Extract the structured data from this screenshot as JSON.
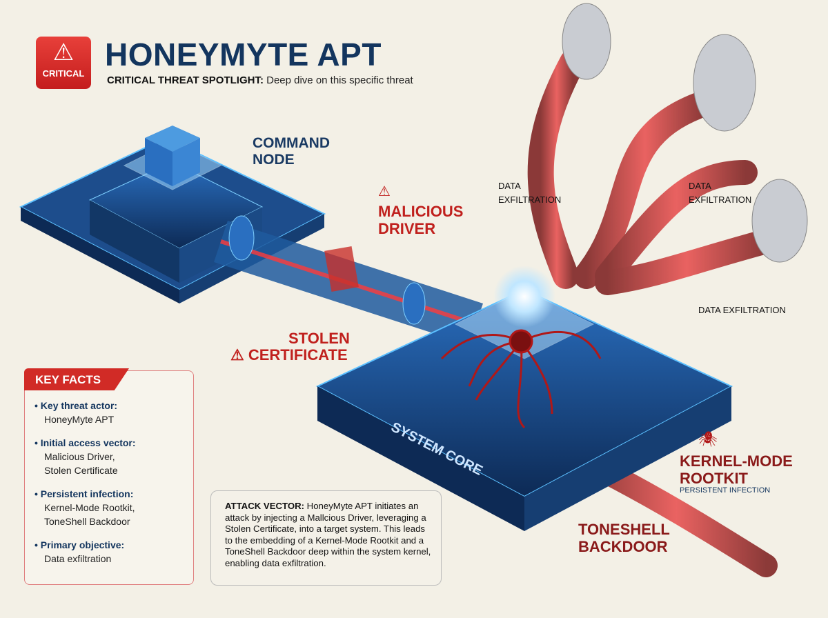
{
  "header": {
    "badge_label": "CRITICAL",
    "badge_icon": "warning-triangle-icon",
    "title": "HONEYMYTE APT",
    "subtitle_bold": "CRITICAL THREAT SPOTLIGHT:",
    "subtitle_text": " Deep dive on this specific threat"
  },
  "labels": {
    "command_node": "COMMAND\nNODE",
    "malicious_driver": "MALICIOUS\nDRIVER",
    "stolen_certificate_1": "STOLEN",
    "stolen_certificate_2": "CERTIFICATE",
    "system_core": "SYSTEM CORE",
    "kernel_rootkit": "KERNEL-MODE\nROOTKIT",
    "persistent_infection": "PERSISTENT INFECTION",
    "toneshell": "TONESHELL\nBACKDOOR",
    "exfil_1": "DATA\nEXFILTRATION",
    "exfil_2": "DATA\nEXFILTRATION",
    "exfil_3": "DATA EXFILTRATION"
  },
  "key_facts": {
    "heading": "KEY FACTS",
    "items": [
      {
        "label": "Key threat actor:",
        "value": "HoneyMyte APT"
      },
      {
        "label": "Initial access vector:",
        "value": "Malicious Driver,\nStolen Certificate"
      },
      {
        "label": "Persistent infection:",
        "value": "Kernel-Mode Rootkit,\nToneShell Backdoor"
      },
      {
        "label": "Primary objective:",
        "value": "Data exfiltration"
      }
    ]
  },
  "attack_vector": {
    "label": "ATTACK VECTOR:",
    "text": " HoneyMyte APT initiates an attack by injecting a Mallcious Driver, leveraging a Stolen Certificate, into a target system. This leads to the embedding of a Kernel-Mode Rootkit and a ToneShell Backdoor deep within the system kernel, enabling data exfiltration."
  },
  "colors": {
    "accent_red": "#d12b26",
    "navy": "#13355e",
    "blue_glow": "#3fa8ff",
    "background": "#f3f0e6"
  }
}
